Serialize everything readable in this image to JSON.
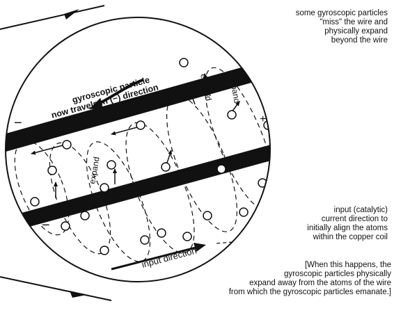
{
  "diagram": {
    "title": "",
    "inset_labels": {
      "gyro_line1": "gyroscopic particle",
      "gyro_line2": "now travels in (−) direction",
      "expand_top_right": "expand",
      "expand_mid": "expand",
      "expand_left": "expand",
      "input_direction": "input direction"
    },
    "polarity_signs": {
      "upper_left": "−",
      "upper_right_top": "+",
      "upper_right_side": "+",
      "lower_left": "−"
    },
    "callouts": {
      "miss": [
        "some gyroscopic particles",
        "\"miss\" the wire and",
        "physically expand",
        "beyond the wire"
      ],
      "input": [
        "input (catalytic)",
        "current direction to",
        "initially align the atoms",
        "within the copper coil"
      ],
      "bracket": [
        "[When this happens, the",
        "gyroscopic particles physically",
        "expand away from the atoms of the wire",
        "from which the gyroscopic particles emanate.]"
      ]
    },
    "colors": {
      "ink": "#111111",
      "background": "#ffffff"
    }
  }
}
